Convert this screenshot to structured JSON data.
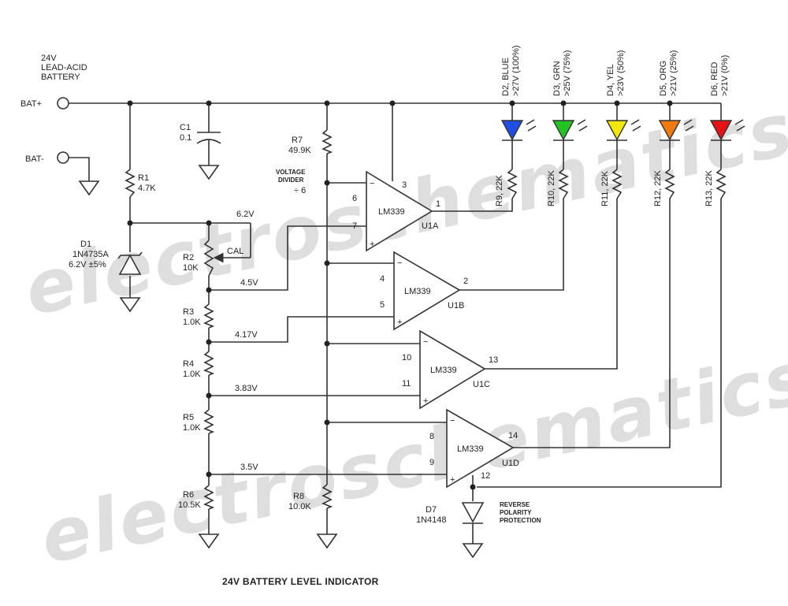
{
  "title": "24V BATTERY LEVEL INDICATOR",
  "watermark": "electroschematics.com",
  "battery_label": [
    "24V",
    "LEAD-ACID",
    "BATTERY"
  ],
  "terminals": {
    "pos": "BAT+",
    "neg": "BAT-"
  },
  "components": {
    "C1": {
      "name": "C1",
      "value": "0.1"
    },
    "R1": {
      "name": "R1",
      "value": "4.7K"
    },
    "D1": {
      "name": "D1",
      "part": "1N4735A",
      "rating": "6.2V ±5%"
    },
    "R2": {
      "name": "R2",
      "value": "10K",
      "cal": "CAL"
    },
    "R3": {
      "name": "R3",
      "value": "1.0K"
    },
    "R4": {
      "name": "R4",
      "value": "1.0K"
    },
    "R5": {
      "name": "R5",
      "value": "1.0K"
    },
    "R6": {
      "name": "R6",
      "value": "10.5K"
    },
    "R7": {
      "name": "R7",
      "value": "49.9K"
    },
    "R8": {
      "name": "R8",
      "value": "10.0K"
    },
    "D7": {
      "name": "D7",
      "part": "1N4148"
    }
  },
  "divider_note": [
    "VOLTAGE",
    "DIVIDER",
    "÷ 6"
  ],
  "protection_note": [
    "REVERSE",
    "POLARITY",
    "PROTECTION"
  ],
  "voltages": {
    "zener": "6.2V",
    "cal": "4.5V",
    "v417": "4.17V",
    "v383": "3.83V",
    "v35": "3.5V"
  },
  "comparators": [
    {
      "unit": "U1A",
      "part": "LM339",
      "minus": "6",
      "plus": "7",
      "out": "1",
      "supply": "3"
    },
    {
      "unit": "U1B",
      "part": "LM339",
      "minus": "4",
      "plus": "5",
      "out": "2"
    },
    {
      "unit": "U1C",
      "part": "LM339",
      "minus": "10",
      "plus": "11",
      "out": "13"
    },
    {
      "unit": "U1D",
      "part": "LM339",
      "minus": "8",
      "plus": "9",
      "out": "14",
      "gnd": "12"
    }
  ],
  "leds": [
    {
      "label": "D2, BLUE",
      "threshold": ">27V (100%)",
      "resistor": "R9, 22K",
      "color": "#1e4fe0"
    },
    {
      "label": "D3, GRN",
      "threshold": ">25V (75%)",
      "resistor": "R10, 22K",
      "color": "#22c322"
    },
    {
      "label": "D4, YEL",
      "threshold": ">23V (50%)",
      "resistor": "R11, 22K",
      "color": "#f2e60d"
    },
    {
      "label": "D5, ORG",
      "threshold": ">21V (25%)",
      "resistor": "R12, 22K",
      "color": "#f07a12"
    },
    {
      "label": "D6, RED",
      "threshold": ">21V (0%)",
      "resistor": "R13, 22K",
      "color": "#e41414"
    }
  ]
}
